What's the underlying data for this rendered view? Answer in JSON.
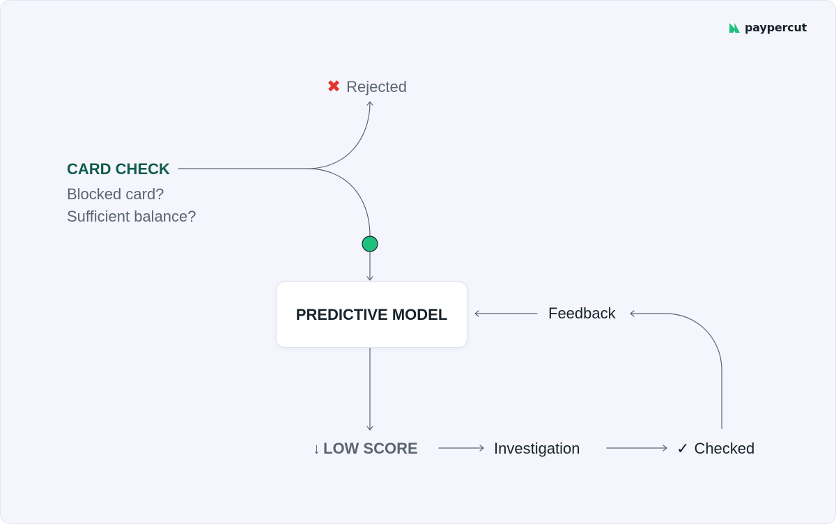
{
  "brand": {
    "name": "paypercut",
    "accent_color": "#1fbf7d"
  },
  "nodes": {
    "rejected": {
      "icon": "cross-mark-icon",
      "label": "Rejected",
      "icon_color": "#e5352b"
    },
    "card_check": {
      "title": "CARD CHECK",
      "title_color": "#0f5c4d",
      "questions": [
        "Blocked card?",
        "Sufficient balance?"
      ]
    },
    "predictive_model": {
      "label": "PREDICTIVE MODEL"
    },
    "feedback": {
      "label": "Feedback"
    },
    "low_score": {
      "icon": "arrow-down-icon",
      "label": "LOW SCORE"
    },
    "investigation": {
      "label": "Investigation"
    },
    "checked": {
      "icon": "check-mark-icon",
      "label": "Checked"
    }
  },
  "connectors": {
    "color": "#5b6472",
    "junction_color": "#1fbf7d"
  }
}
